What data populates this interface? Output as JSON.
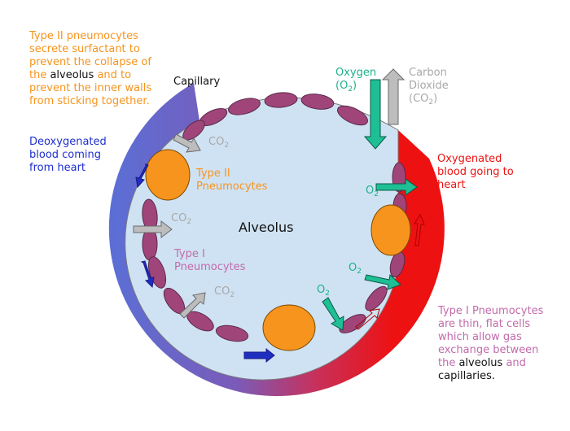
{
  "colors": {
    "alveolus_fill": "#cfe2f3",
    "cell_type1": "#a0457a",
    "cell_type2": "#f7941d",
    "deoxygenated": "#5b6fd6",
    "oxygenated": "#ee1111",
    "oxygen_arrow": "#1fbf95",
    "co2_arrow": "#bdbdbd",
    "text_orange": "#f7941d",
    "text_blue": "#1f2fcf",
    "text_red": "#ee1111",
    "text_pink": "#c26bab",
    "text_grey": "#a8a8a8",
    "text_teal": "#1fb08a"
  },
  "labels": {
    "type2_note": {
      "line1": "Type II pneumocytes",
      "line2": "secrete surfactant to",
      "line3": "prevent the collapse of",
      "line4_pre": "the ",
      "line4_em": "alveolus",
      "line4_post": " and to",
      "line5": "prevent the inner walls",
      "line6": "from sticking together."
    },
    "capillary": "Capillary",
    "deoxygenated": {
      "line1": "Deoxygenated",
      "line2": "blood coming",
      "line3": "from heart"
    },
    "oxygenated": {
      "line1": "Oxygenated",
      "line2": "blood going to",
      "line3": "heart"
    },
    "oxygen": {
      "line1": "Oxygen",
      "line2_open": "(O",
      "sub": "2",
      "line2_close": ")"
    },
    "carbon_dioxide": {
      "line1": "Carbon",
      "line2": "Dioxide",
      "line3_open": "(CO",
      "sub": "2",
      "line3_close": ")"
    },
    "co2_main": "CO",
    "o2_main": "O",
    "sub2": "2",
    "alveolus": "Alveolus",
    "type2_cell": {
      "line1": "Type II",
      "line2": "Pneumocytes"
    },
    "type1_cell": {
      "line1": "Type I",
      "line2": "Pneumocytes"
    },
    "type1_note": {
      "line1": "Type I Pneumocytes",
      "line2": "are thin, flat cells",
      "line3": "which allow gas",
      "line4": "exchange between",
      "line5_pre": "the ",
      "line5_em": "alveolus",
      "line5_post": " and",
      "line6": "capillaries."
    }
  }
}
